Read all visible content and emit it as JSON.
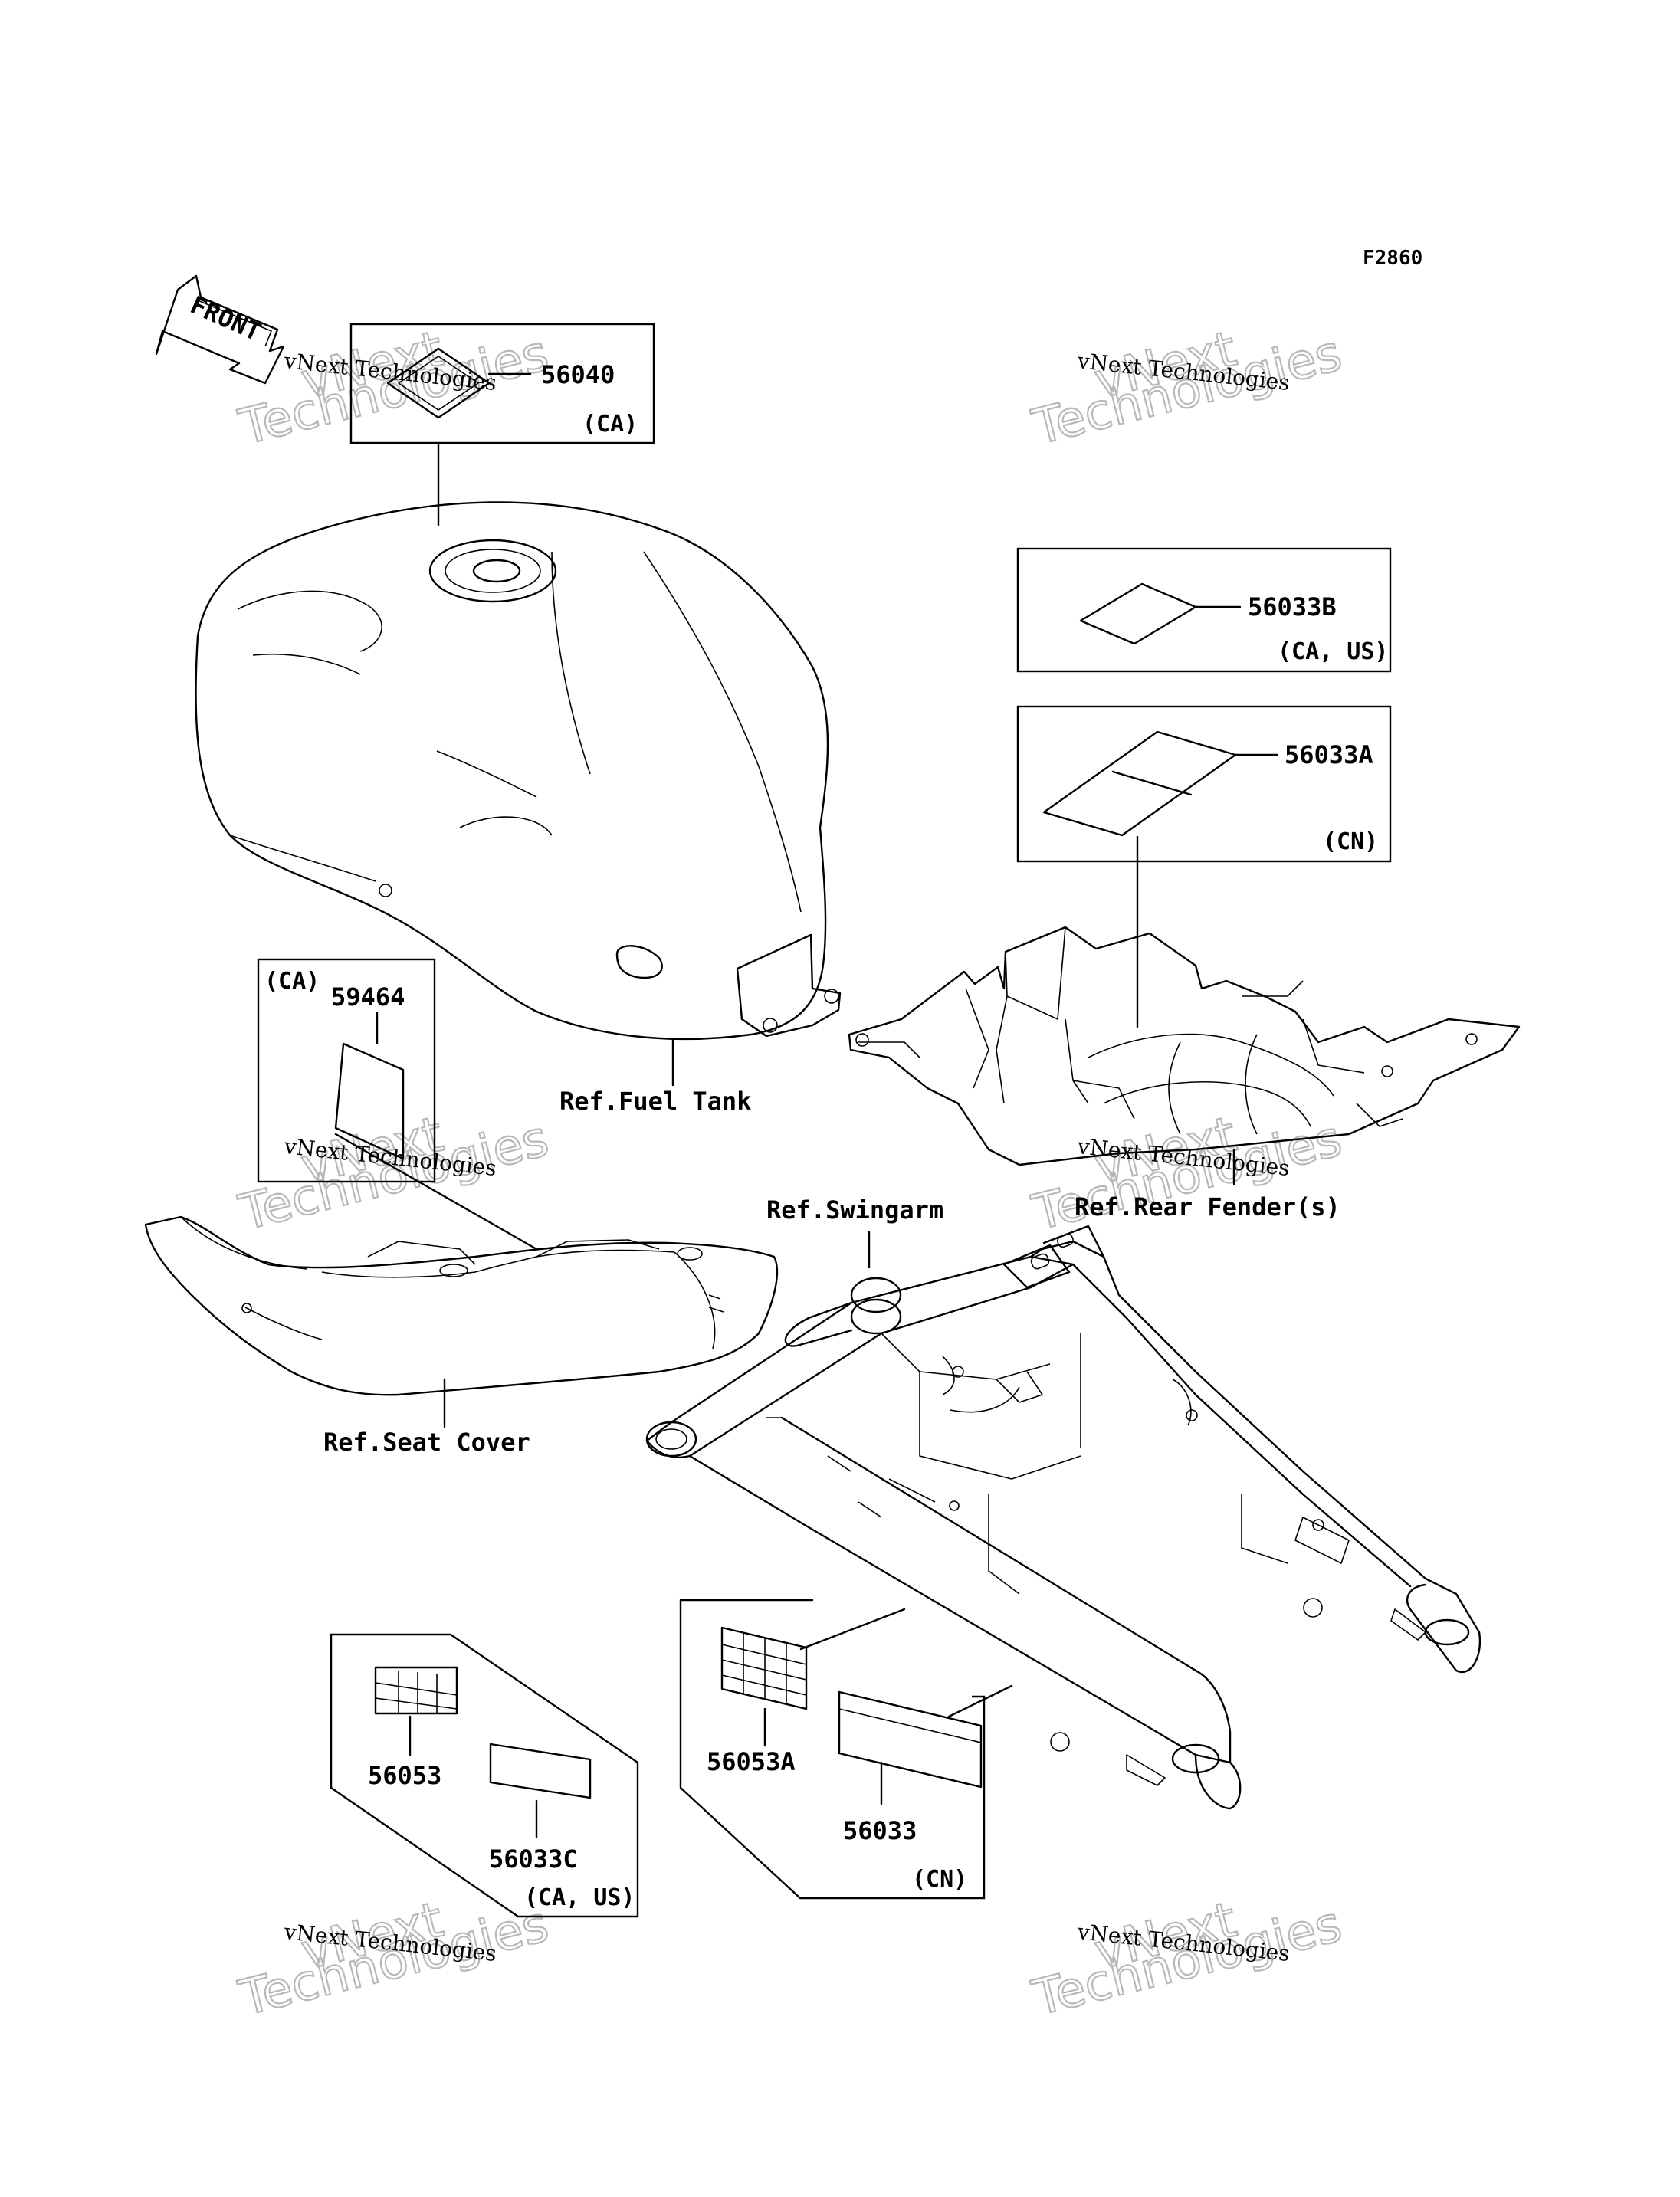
{
  "figure_code": "F2860",
  "front_arrow_label": "FRONT",
  "watermark": {
    "small": "vNext Technologies",
    "big_top": "vNext",
    "big_bottom": "Technologies"
  },
  "parts": {
    "p56040": {
      "number": "56040",
      "region": "(CA)"
    },
    "p56033b": {
      "number": "56033B",
      "region": "(CA, US)"
    },
    "p56033a": {
      "number": "56033A",
      "region": "(CN)"
    },
    "p59464": {
      "number": "59464",
      "region": "(CA)"
    },
    "p56053": {
      "number": "56053"
    },
    "p56033c": {
      "number": "56033C"
    },
    "p56053a": {
      "number": "56053A"
    },
    "p56033": {
      "number": "56033"
    },
    "group_left_region": "(CA, US)",
    "group_right_region": "(CN)"
  },
  "references": {
    "fuel_tank": "Ref.Fuel Tank",
    "rear_fender": "Ref.Rear Fender(s)",
    "swingarm": "Ref.Swingarm",
    "seat_cover": "Ref.Seat Cover"
  }
}
